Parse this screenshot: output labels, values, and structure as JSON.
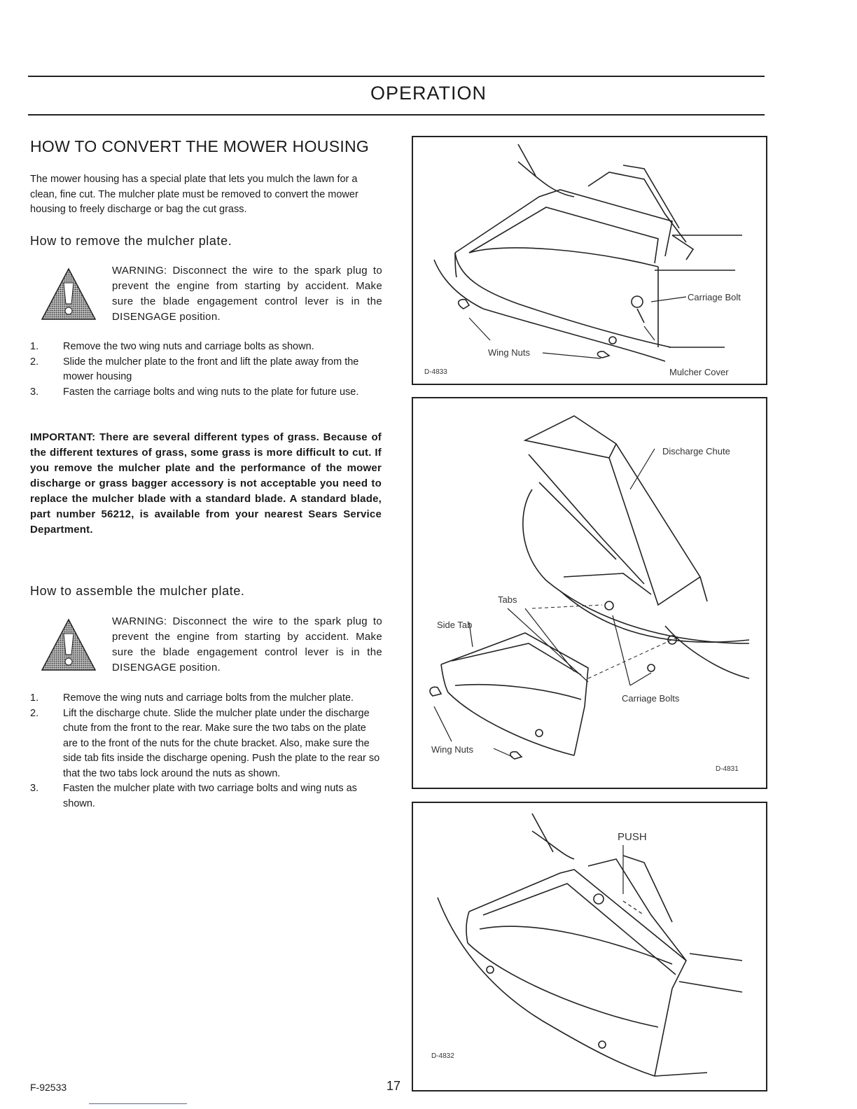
{
  "header": {
    "title": "OPERATION"
  },
  "section": {
    "title": "HOW TO CONVERT THE MOWER HOUSING",
    "intro": "The mower housing has a special plate that lets you mulch the lawn for a clean, fine cut. The mulcher plate must be removed to convert the mower housing to freely discharge or bag the cut grass."
  },
  "remove": {
    "heading": "How to remove the mulcher plate.",
    "warning": "WARNING: Disconnect the wire to the spark plug to prevent the engine from starting by accident. Make sure the blade engagement control lever is in the DISENGAGE position.",
    "steps": [
      {
        "num": "1.",
        "text": "Remove the two wing nuts and carriage bolts as shown."
      },
      {
        "num": "2.",
        "text": "Slide the mulcher plate to the front and lift the plate away from the mower housing"
      },
      {
        "num": "3.",
        "text": "Fasten the carriage bolts and wing nuts to the plate for future use."
      }
    ]
  },
  "important": "IMPORTANT: There are several different types of grass. Because of the different textures of grass, some grass is more difficult to cut. If you remove the mulcher plate and the performance of the mower discharge or grass bagger accessory is not acceptable you need to replace the mulcher blade with a standard blade. A standard blade, part number 56212, is available from your nearest Sears Service Department.",
  "assemble": {
    "heading": "How to assemble the mulcher plate.",
    "warning": "WARNING: Disconnect the wire to the spark plug to prevent the engine from starting by accident. Make sure the blade engagement control lever is in the DISENGAGE position.",
    "steps": [
      {
        "num": "1.",
        "text": "Remove the wing nuts and carriage bolts from the mulcher plate."
      },
      {
        "num": "2.",
        "text": "Lift the discharge chute. Slide the mulcher plate under the discharge chute from the front to the rear. Make sure the two tabs on the plate are to the front of the nuts for the chute bracket. Also, make sure the side tab fits inside the discharge opening. Push the plate to the rear so that the two tabs lock around the nuts as shown."
      },
      {
        "num": "3.",
        "text": "Fasten the mulcher plate with two carriage bolts and wing nuts as shown."
      }
    ]
  },
  "figures": {
    "fig1": {
      "code": "D-4833",
      "carriage_bolt": "Carriage Bolt",
      "wing_nuts": "Wing Nuts",
      "mulcher_cover": "Mulcher Cover"
    },
    "fig2": {
      "code": "D-4831",
      "discharge_chute": "Discharge Chute",
      "tabs": "Tabs",
      "side_tab": "Side Tab",
      "carriage_bolts": "Carriage Bolts",
      "wing_nuts": "Wing Nuts"
    },
    "fig3": {
      "code": "D-4832",
      "push": "PUSH"
    }
  },
  "footer": {
    "doc_number": "F-92533",
    "page": "17"
  },
  "icons": {
    "warning": "warning-triangle-icon"
  }
}
